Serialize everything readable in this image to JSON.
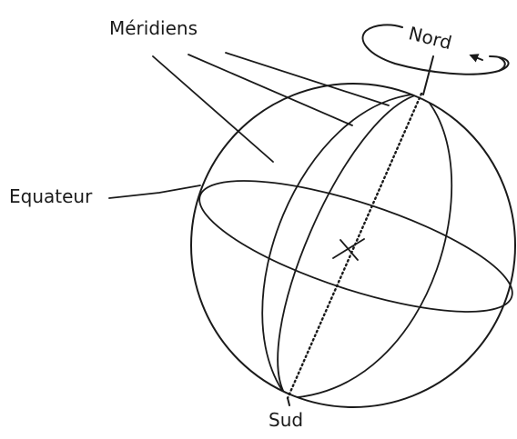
{
  "labels": {
    "meridians": "Méridiens",
    "equator": "Equateur",
    "north": "Nord",
    "south": "Sud"
  },
  "colors": {
    "ink": "#1a1a1a",
    "background": "#ffffff"
  }
}
